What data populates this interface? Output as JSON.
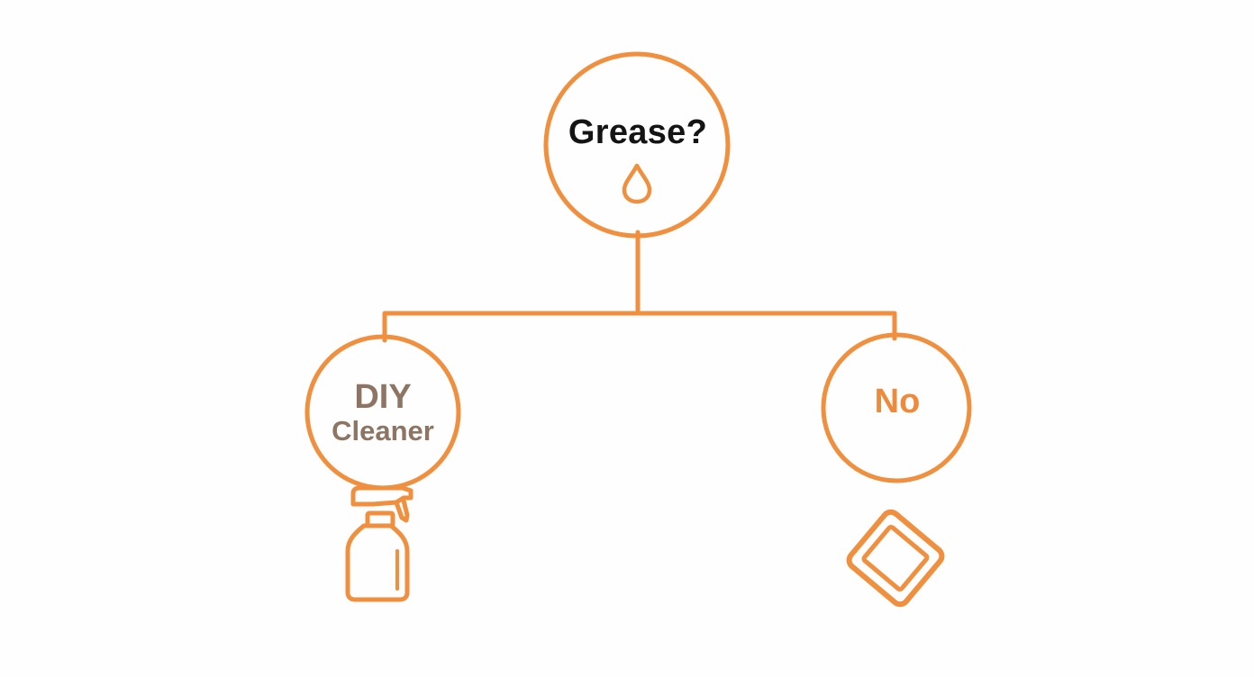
{
  "diagram": {
    "type": "decision-tree",
    "colors": {
      "stroke": "#f08f3e",
      "root_text": "#141414",
      "left_text": "#8e7563",
      "right_text": "#ee8a3c",
      "background": "#fefefe"
    },
    "root": {
      "label": "Grease?",
      "icon": "drop-icon"
    },
    "branches": [
      {
        "line1": "DIY",
        "line2": "Cleaner",
        "icon": "spray-bottle-icon"
      },
      {
        "label": "No",
        "icon": "cleaning-wipe-icon"
      }
    ]
  }
}
